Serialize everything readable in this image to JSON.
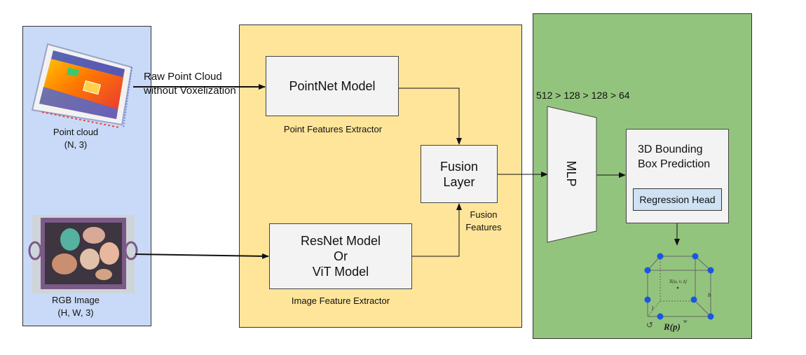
{
  "inputs": {
    "point_cloud_label": "Point cloud\n(N, 3)",
    "rgb_image_label": "RGB Image\n(H, W, 3)",
    "raw_point_cloud_label": "Raw Point Cloud\nwithout Voxelization"
  },
  "extractors": {
    "pointnet_label": "PointNet Model",
    "point_features_label": "Point Features Extractor",
    "fusion_label": "Fusion\nLayer",
    "fusion_features_label": "Fusion\nFeatures",
    "resnet_label": "ResNet Model\nOr\nViT Model",
    "image_features_label": "Image Feature Extractor"
  },
  "prediction": {
    "mlp_dims": "512 > 128 > 128 > 64",
    "mlp_label": "MLP",
    "bbox_title": "3D Bounding\nBox Prediction",
    "regression_head": "Regression Head",
    "box_center_label": "X(u, v, z)",
    "box_rotation_label": "R(p)",
    "dim_h": "h",
    "dim_w": "w",
    "dim_l": "l"
  },
  "colors": {
    "inputs_panel": "#c9daf8",
    "extract_panel": "#ffe59a",
    "prediction_panel": "#93c47d",
    "node_blue": "#1a56e0"
  }
}
